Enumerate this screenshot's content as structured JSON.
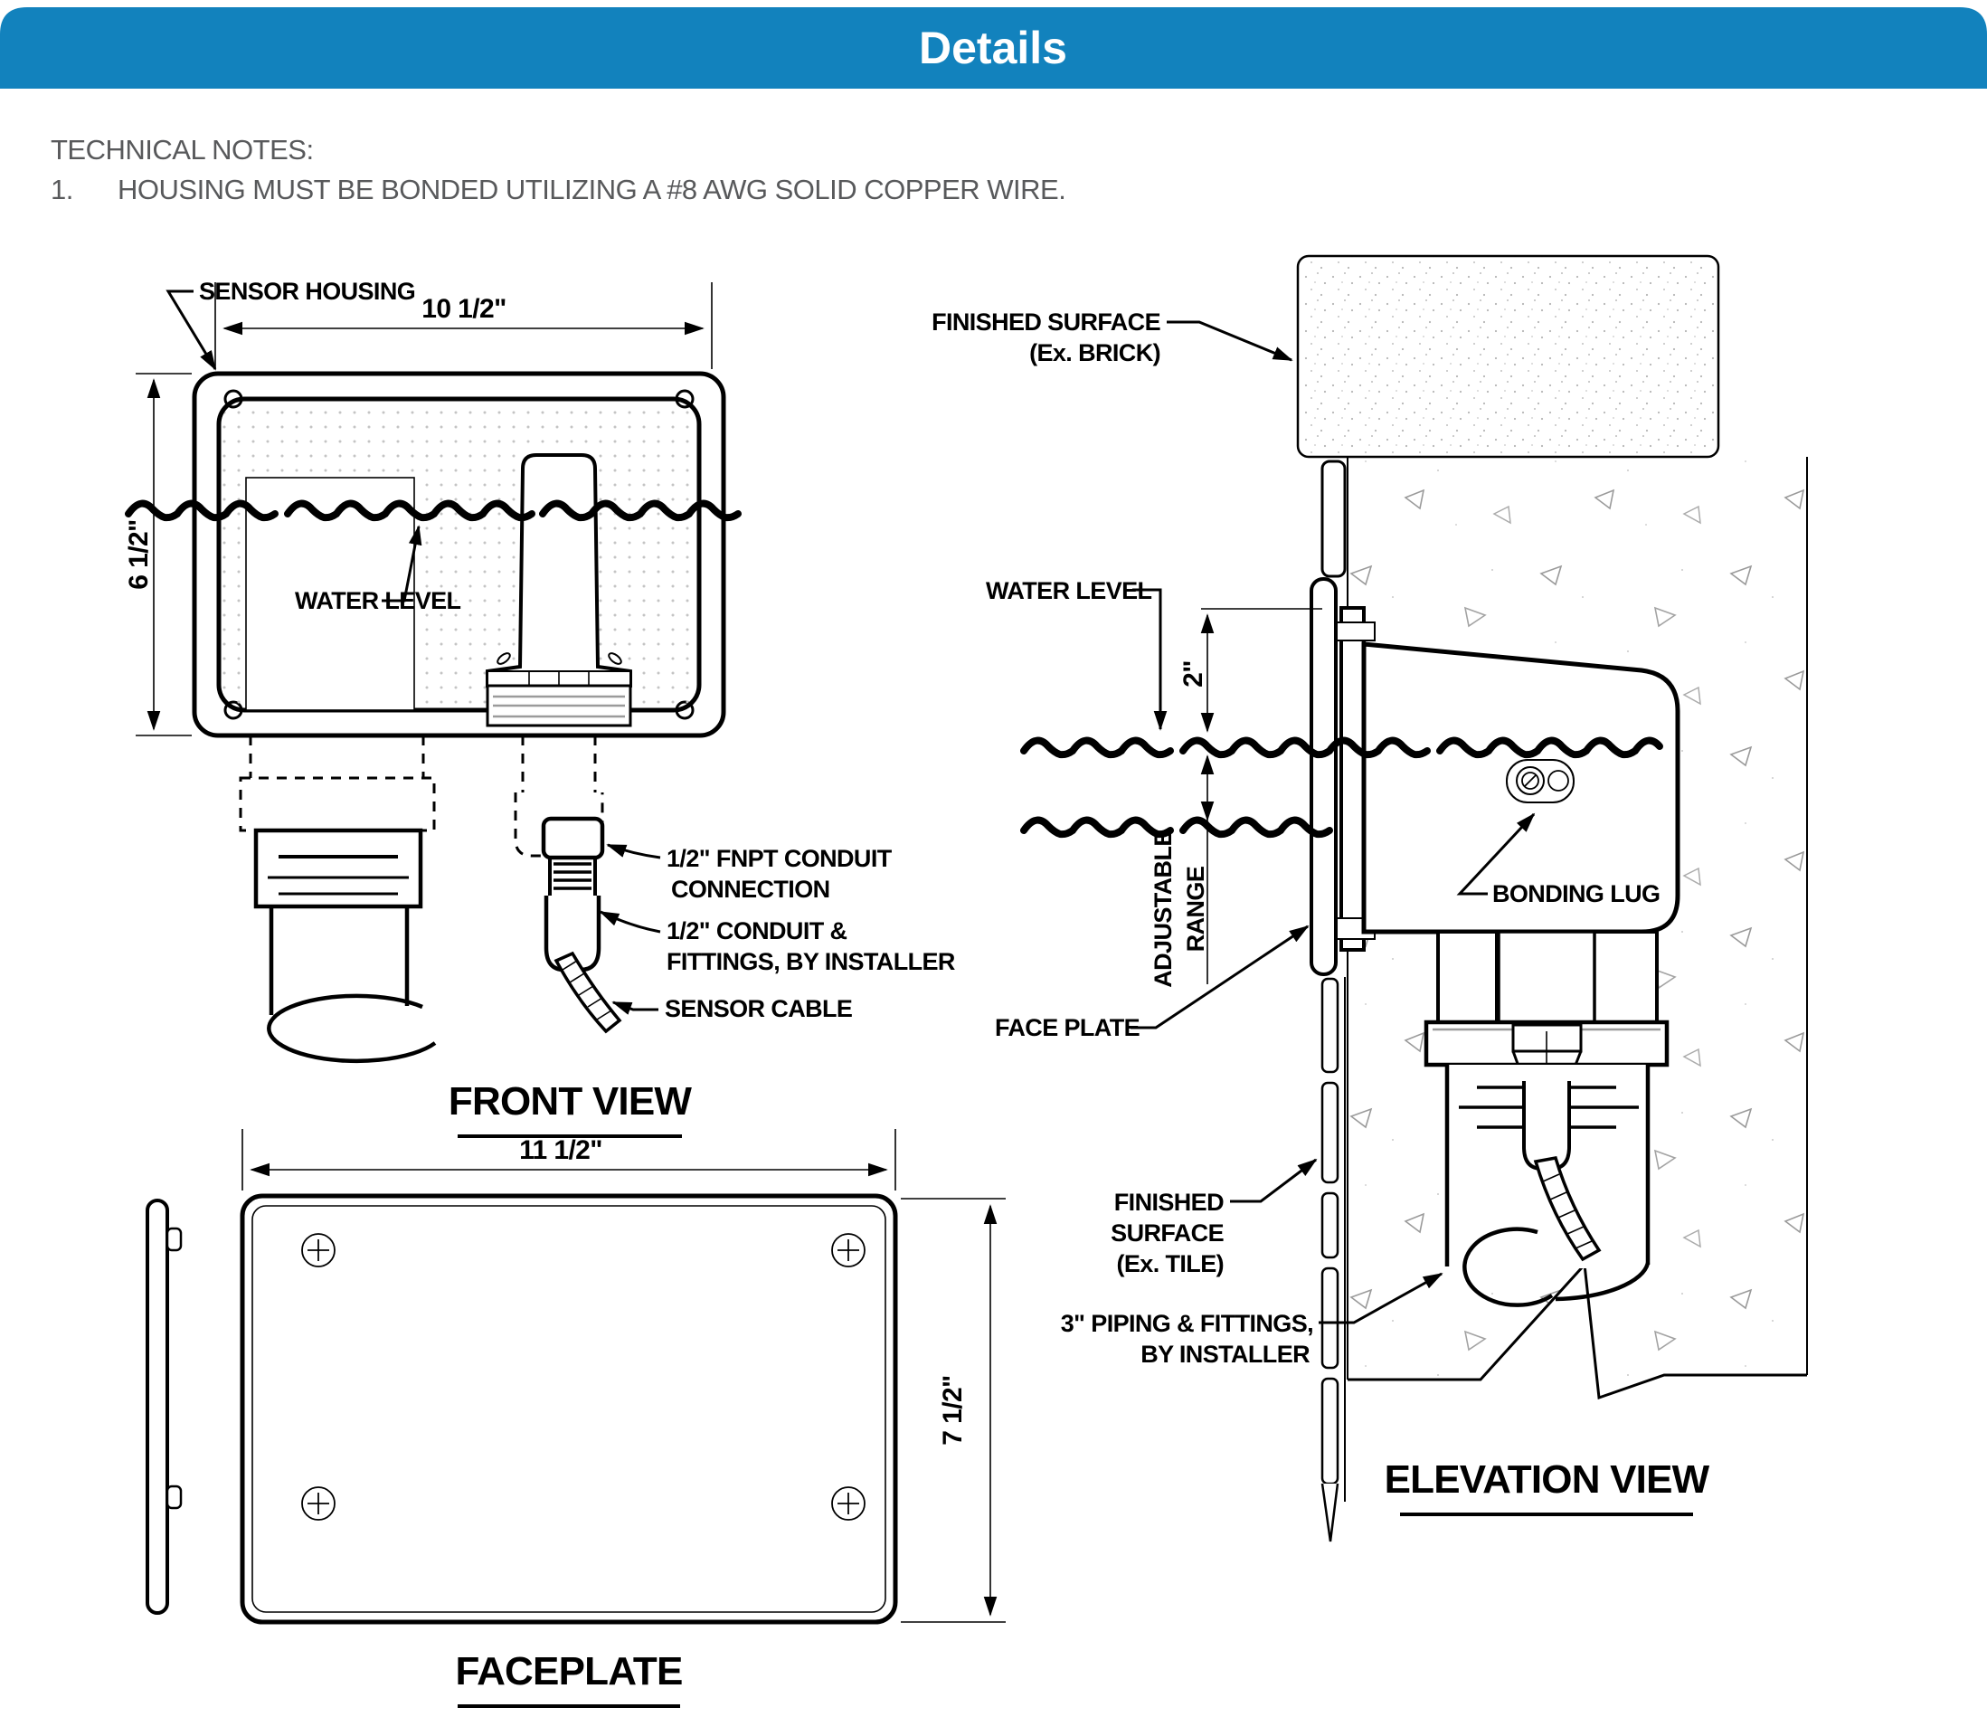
{
  "header": {
    "title": "Details",
    "bg_color": "#1282bd",
    "text_color": "#ffffff"
  },
  "notes": {
    "heading": "TECHNICAL NOTES:",
    "item_number": "1.",
    "item_text": "HOUSING MUST BE BONDED UTILIZING A #8 AWG SOLID COPPER WIRE."
  },
  "front_view": {
    "title": "FRONT VIEW",
    "dim_width": "10 1/2\"",
    "dim_height": "6 1/2\"",
    "labels": {
      "sensor_housing": "SENSOR HOUSING",
      "water_level": "WATER LEVEL",
      "fnpt_line1": "1/2\" FNPT CONDUIT",
      "fnpt_line2": "CONNECTION",
      "conduit_line1": "1/2\" CONDUIT &",
      "conduit_line2": "FITTINGS, BY INSTALLER",
      "sensor_cable": "SENSOR CABLE"
    }
  },
  "faceplate_view": {
    "title": "FACEPLATE",
    "dim_width": "11 1/2\"",
    "dim_height": "7 1/2\""
  },
  "elevation_view": {
    "title": "ELEVATION VIEW",
    "dim_offset": "2\"",
    "labels": {
      "finished_surface_brick_line1": "FINISHED SURFACE",
      "finished_surface_brick_line2": "(Ex. BRICK)",
      "water_level": "WATER LEVEL",
      "adjustable_line1": "ADJUSTABLE",
      "adjustable_line2": "RANGE",
      "bonding_lug": "BONDING LUG",
      "face_plate": "FACE PLATE",
      "finished_surface_tile_line1": "FINISHED",
      "finished_surface_tile_line2": "SURFACE",
      "finished_surface_tile_line3": "(Ex. TILE)",
      "piping_line1": "3\" PIPING & FITTINGS,",
      "piping_line2": "BY INSTALLER"
    }
  }
}
